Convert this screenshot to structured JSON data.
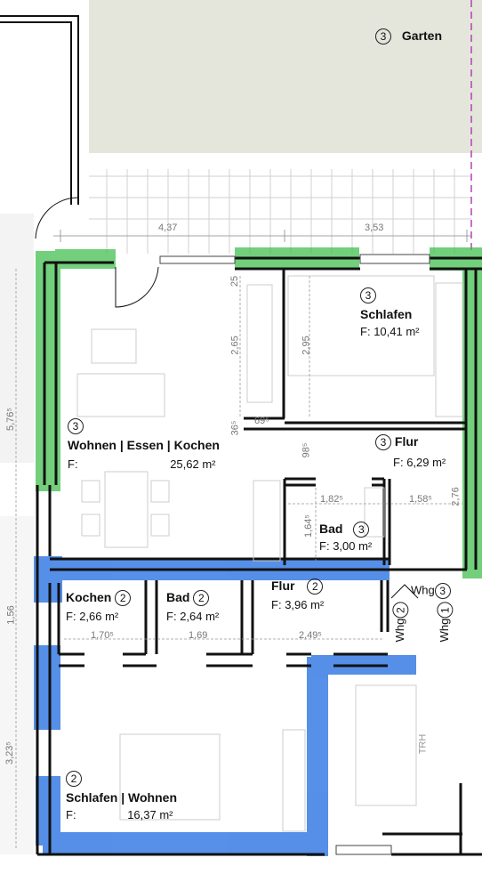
{
  "garden": {
    "number": "3",
    "label": "Garten"
  },
  "rooms": [
    {
      "id": "wohnen",
      "number": "3",
      "name": "Wohnen | Essen | Kochen",
      "area_prefix": "F:",
      "area": "25,62 m²"
    },
    {
      "id": "schlafen3",
      "number": "3",
      "name": "Schlafen",
      "area_prefix": "F:",
      "area": "10,41 m²"
    },
    {
      "id": "flur3",
      "number": "3",
      "name": "Flur",
      "area_prefix": "F:",
      "area": "6,29 m²"
    },
    {
      "id": "bad3",
      "number": "3",
      "name": "Bad",
      "area_prefix": "F:",
      "area": "3,00 m²"
    },
    {
      "id": "kochen2",
      "number": "2",
      "name": "Kochen",
      "area_prefix": "F:",
      "area": "2,66 m²"
    },
    {
      "id": "bad2",
      "number": "2",
      "name": "Bad",
      "area_prefix": "F:",
      "area": "2,64 m²"
    },
    {
      "id": "flur2",
      "number": "2",
      "name": "Flur",
      "area_prefix": "F:",
      "area": "3,96 m²"
    },
    {
      "id": "schlafen2",
      "number": "2",
      "name": "Schlafen | Wohnen",
      "area_prefix": "F:",
      "area": "16,37 m²"
    }
  ],
  "apartment_labels": [
    {
      "text": "Whg",
      "number": "3"
    },
    {
      "text": "Whg",
      "number": "2"
    },
    {
      "text": "Whg",
      "number": "1"
    }
  ],
  "stair_label": "TRH",
  "dimensions": {
    "top_left": "4,37",
    "top_right": "3,53",
    "wohnen_height": "2,65",
    "schlafen_height": "2,95",
    "left_outer": "5,76⁵",
    "small_25": "25",
    "small_365": "36⁵",
    "small_69": "69⁵",
    "small_985": "98⁵",
    "bad_width": "1,82⁵",
    "flur_width": "1,58⁵",
    "bad_height": "1,64⁵",
    "right_276": "2,76",
    "left_156": "1,56",
    "left_3235": "3,23⁵",
    "kochen_width": "1,70⁵",
    "bad2_width": "1,69",
    "flur2_width": "2,49⁵"
  },
  "colors": {
    "green_highlight": "#3dbd4a",
    "blue_highlight": "#1565e0",
    "garden_fill": "#e4e6dc",
    "wall": "#111111",
    "dashed_line": "#b043b0"
  }
}
